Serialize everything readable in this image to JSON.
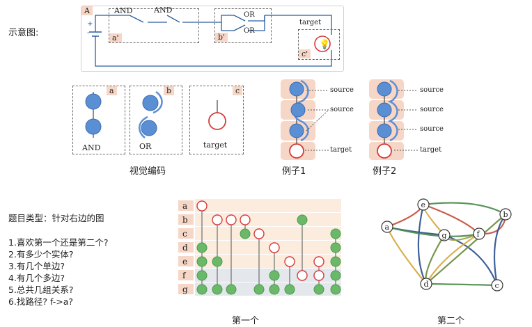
{
  "header": {
    "schematic_label": "示意图:"
  },
  "circuit": {
    "panel_tag": "A",
    "plus": "+",
    "minus": "-",
    "and1": "AND",
    "and2": "AND",
    "or1": "OR",
    "or2": "OR",
    "target": "target",
    "box_a": "a'",
    "box_b": "b'",
    "box_c": "c'"
  },
  "glyphs": {
    "a_tag": "a",
    "a_label": "AND",
    "b_tag": "b",
    "b_label": "OR",
    "c_tag": "c",
    "c_label": "target",
    "caption": "视觉编码"
  },
  "example1": {
    "source1": "source",
    "source2": "source",
    "target": "target",
    "caption": "例子1"
  },
  "example2": {
    "source1": "source",
    "source2": "source",
    "source3": "source",
    "target": "target",
    "caption": "例子2"
  },
  "questions": {
    "title": "题目类型：针对右边的图",
    "items": [
      "1.喜欢第一个还是第二个?",
      "2.有多少个实体?",
      "3.有几个单边?",
      "4.有几个多边?",
      "5.总共几组关系?",
      "6.找路径? f->a?"
    ]
  },
  "matrix": {
    "rows": [
      "a",
      "b",
      "c",
      "d",
      "e",
      "f",
      "g"
    ],
    "caption": "第一个"
  },
  "network": {
    "nodes": [
      "a",
      "b",
      "c",
      "d",
      "e",
      "f",
      "g"
    ],
    "caption": "第二个"
  },
  "colors": {
    "blue_node": "#5b8fd4",
    "red_ring": "#d63a3a",
    "green_node": "#6ab96a",
    "peach": "#f6d6c6",
    "row_light": "#fcecdd",
    "row_grey": "#e4e7ec"
  }
}
